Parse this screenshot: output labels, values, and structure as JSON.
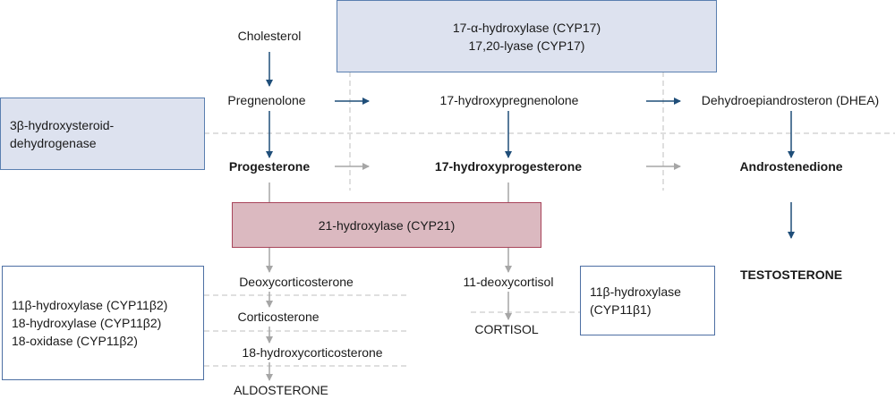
{
  "enzymes": {
    "cyp17": {
      "line1": "17-α-hydroxylase (CYP17)",
      "line2": "17,20-lyase (CYP17)"
    },
    "hsd3b": {
      "line1": "3β-hydroxysteroid-",
      "line2": "dehydrogenase"
    },
    "cyp21": {
      "line1": "21-hydroxylase (CYP21)"
    },
    "cyp11b2": {
      "line1": "11β-hydroxylase (CYP11β2)",
      "line2": "18-hydroxylase (CYP11β2)",
      "line3": "18-oxidase (CYP11β2)"
    },
    "cyp11b1": {
      "line1": "11β-hydroxylase",
      "line2": "(CYP11β1)"
    }
  },
  "steroids": {
    "cholesterol": "Cholesterol",
    "pregnenolone": "Pregnenolone",
    "hydroxypregnenolone": "17-hydroxypregnenolone",
    "dhea": "Dehydroepiandrosteron (DHEA)",
    "progesterone": "Progesterone",
    "hydroxyprogesterone": "17-hydroxyprogesterone",
    "androstenedione": "Androstenedione",
    "testosterone": "TESTOSTERONE",
    "deoxycorticosterone": "Deoxycorticosterone",
    "corticosterone": "Corticosterone",
    "hydroxycorticosterone": "18-hydroxycorticosterone",
    "aldosterone": "ALDOSTERONE",
    "deoxycortisol": "11-deoxycortisol",
    "cortisol": "CORTISOL"
  },
  "colors": {
    "arrow_dark": "#1f4e79",
    "arrow_gray": "#a6a6a6",
    "dashed": "#bfbfbf",
    "box_blue_fill": "#dde2ef",
    "box_blue_border": "#5a7fb0",
    "box_red_fill": "#dbb9c0",
    "box_red_border": "#a8455b"
  }
}
